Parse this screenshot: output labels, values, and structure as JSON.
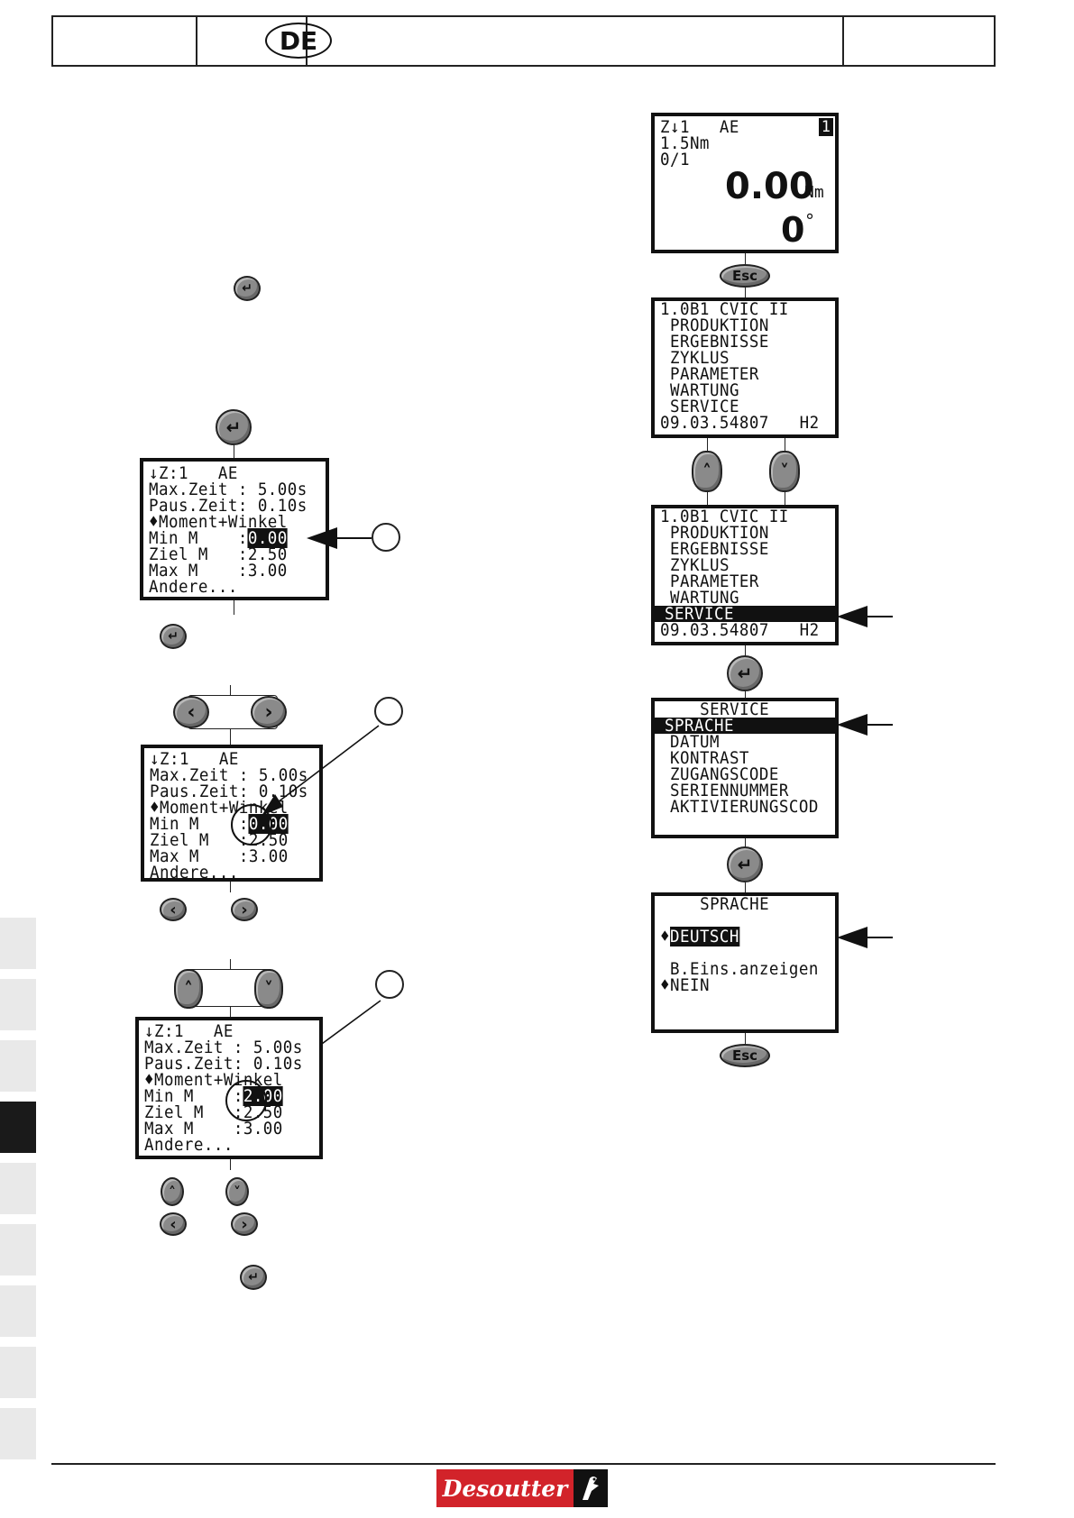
{
  "header": {
    "language": "DE"
  },
  "screen_main": {
    "line1": "Z↓1   AE",
    "corner": "1",
    "line2": "1.5Nm",
    "line3": "0/1",
    "torque_value": "0.00",
    "torque_unit": "Nm",
    "angle_value": "0",
    "angle_unit": "°"
  },
  "menu1": {
    "title": "1.0B1 CVIC II",
    "items": [
      "PRODUKTION",
      "ERGEBNISSE",
      "ZYKLUS",
      "PARAMETER",
      "WARTUNG",
      "SERVICE"
    ],
    "footer_left": "09.03.54807",
    "footer_right": "H2"
  },
  "menu2": {
    "title": "1.0B1 CVIC II",
    "items": [
      "PRODUKTION",
      "ERGEBNISSE",
      "ZYKLUS",
      "PARAMETER",
      "WARTUNG",
      "SERVICE"
    ],
    "selected": "SERVICE",
    "footer_left": "09.03.54807",
    "footer_right": "H2"
  },
  "service_menu": {
    "title": "SERVICE",
    "items": [
      "SPRACHE",
      "DATUM",
      "KONTRAST",
      "ZUGANGSCODE",
      "SERIENNUMMER",
      "AKTIVIERUNGSCOD"
    ],
    "selected": "SPRACHE"
  },
  "sprache_menu": {
    "title": "SPRACHE",
    "language_value": "DEUTSCH",
    "option_label": "B.Eins.anzeigen",
    "option_value": "NEIN"
  },
  "param_screen": {
    "line1": "↓Z:1   AE",
    "line2": "Max.Zeit : 5.00s",
    "line3": "Paus.Zeit: 0.10s",
    "line4": "♦Moment+Winkel",
    "line5_label": "Min M    :",
    "line5_value_a": "0.00",
    "line5_value_b": "2.00",
    "line6": "Ziel M   :2.50",
    "line7": "Max M    :3.00",
    "line8": "Andere..."
  },
  "buttons": {
    "esc": "Esc",
    "enter_icon": "↵",
    "left_icon": "‹",
    "right_icon": "›",
    "up_icon": "˄",
    "down_icon": "˅"
  },
  "footer": {
    "logo_text": "Desoutter"
  }
}
